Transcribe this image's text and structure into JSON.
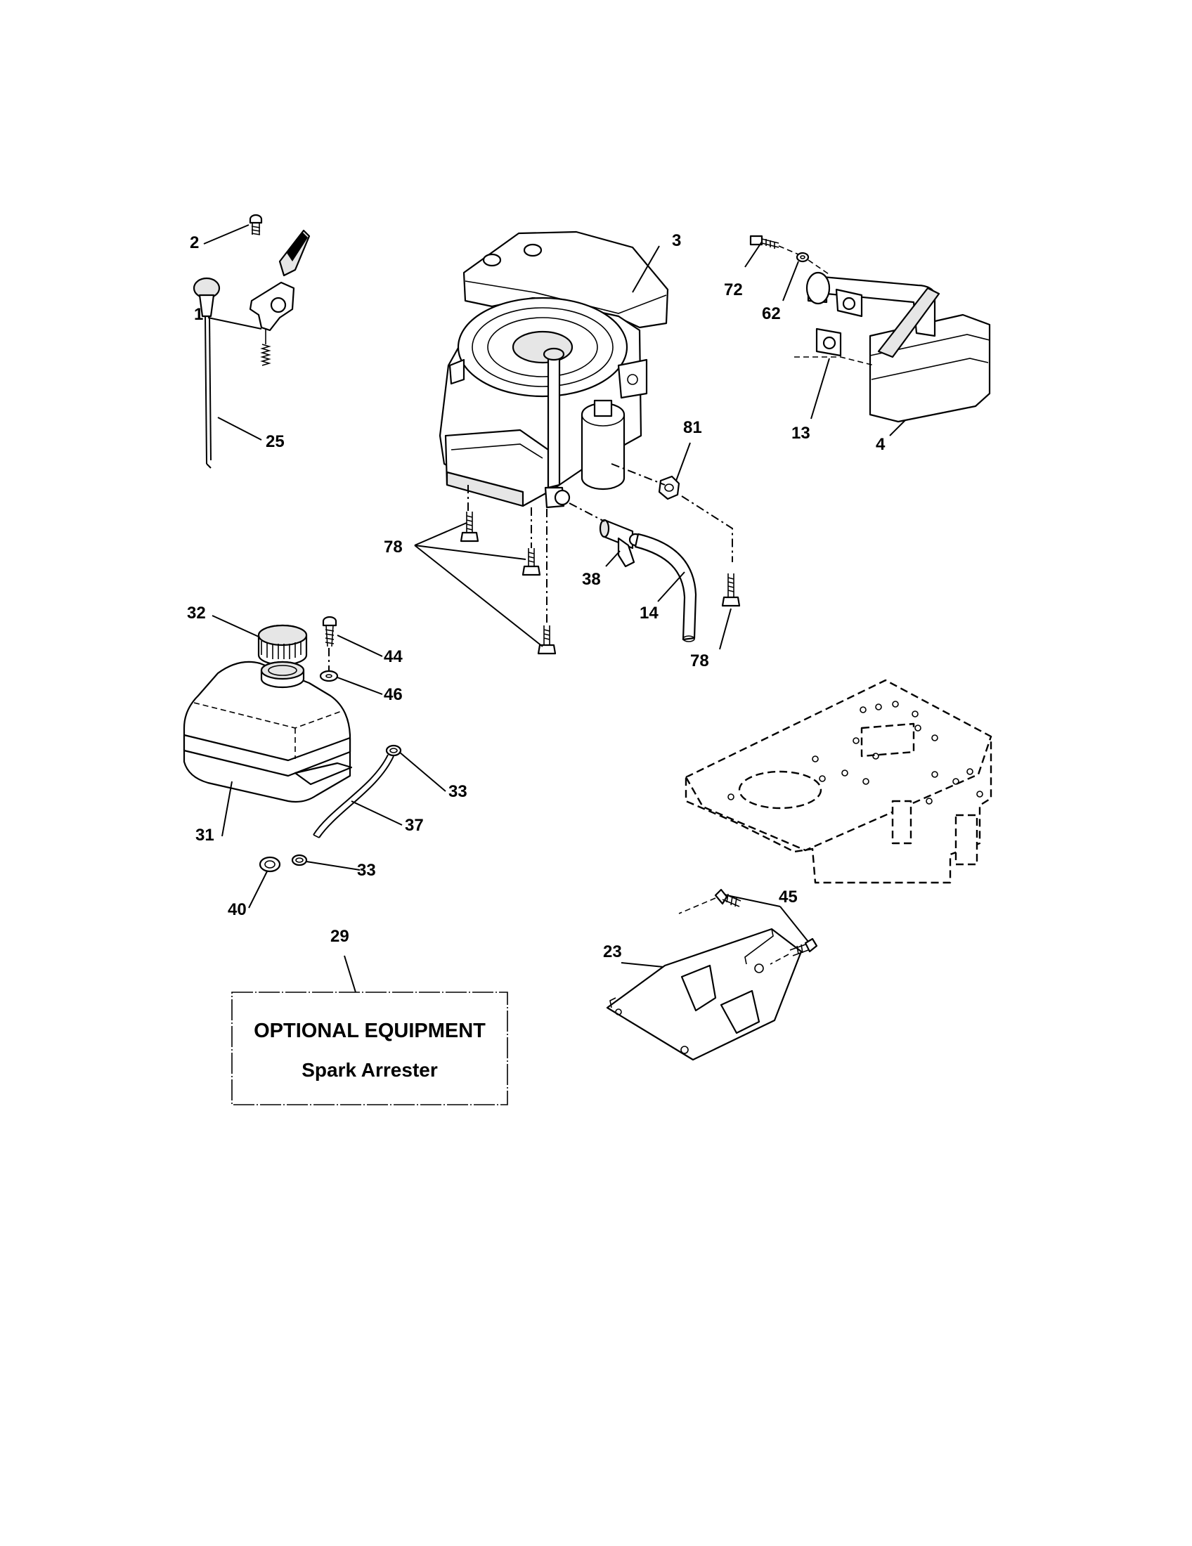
{
  "callouts": {
    "c1": "1",
    "c2": "2",
    "c3": "3",
    "c4": "4",
    "c13": "13",
    "c14": "14",
    "c23": "23",
    "c25": "25",
    "c29": "29",
    "c31": "31",
    "c32": "32",
    "c33a": "33",
    "c33b": "33",
    "c37": "37",
    "c38": "38",
    "c40": "40",
    "c44": "44",
    "c45": "45",
    "c46": "46",
    "c62": "62",
    "c72": "72",
    "c78a": "78",
    "c78b": "78",
    "c81": "81"
  },
  "optional_box": {
    "title": "OPTIONAL EQUIPMENT",
    "subtitle": "Spark Arrester"
  }
}
